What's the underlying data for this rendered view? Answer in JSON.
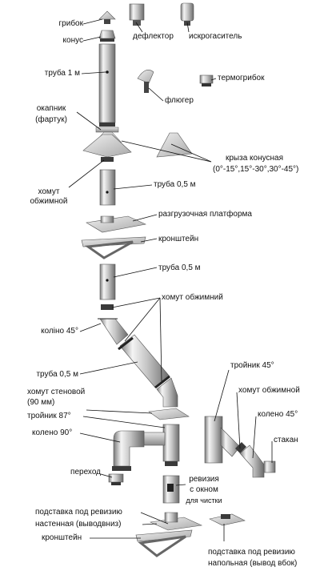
{
  "labels": {
    "cap": "грибок",
    "cone": "конус",
    "deflector": "дефлектор",
    "spark_arrester": "искрогаситель",
    "thermo_cap": "термогрибок",
    "pipe_1m": "труба 1 м",
    "weather_vane": "флюгер",
    "apron_line1": "окапник",
    "apron_line2": "(фартук)",
    "conical_roof_line1": "крыза конусная",
    "conical_roof_line2": "(0°-15°,15°-30°,30°-45°)",
    "clamp_left_line1": "хомут",
    "clamp_left_line2": "обжимной",
    "pipe_05m_top": "труба 0,5 м",
    "unloading_platform": "разгрузочная платформа",
    "bracket_top": "кронштейн",
    "pipe_05m_mid": "труба 0,5 м",
    "clamp_crimp": "хомут обжимний",
    "elbow_45": "коліно 45°",
    "pipe_05m_low": "труба 0,5 м",
    "tee_45": "тройник 45°",
    "clamp_wall_line1": "хомут стеновой",
    "clamp_wall_line2": "(90 мм)",
    "clamp_right": "хомут обжимной",
    "tee_87": "тройник 87°",
    "elbow_45_right": "колено 45°",
    "elbow_90": "колено 90°",
    "sleeve": "стакан",
    "adapter": "переход",
    "revision_line1": "ревизия",
    "revision_line2": "с окном",
    "revision_line3": "для чистки",
    "stand_wall_line1": "подставка под ревизию",
    "stand_wall_line2": "настенная (выводвниз)",
    "bracket_bottom": "кронштейн",
    "stand_floor_line1": "подставка под ревизию",
    "stand_floor_line2": "напольная (вывод вбок)"
  },
  "colors": {
    "steel_light": "#f2f2f2",
    "steel_mid": "#b9b9b9",
    "steel_dark": "#6f6f6f",
    "band_dark": "#3a3a3a",
    "leader_line": "#111111"
  }
}
